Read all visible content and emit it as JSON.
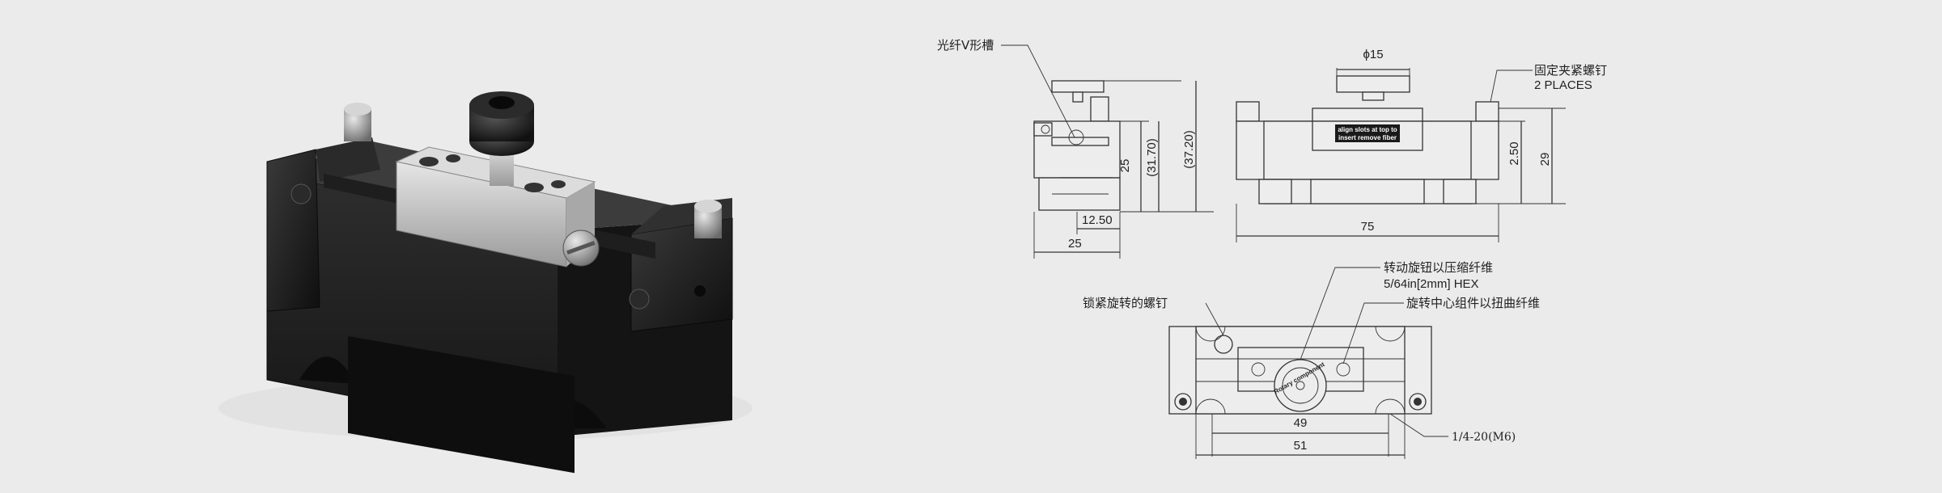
{
  "product_render": {
    "description_icon": "fiber-rotator-3d-render"
  },
  "side_view": {
    "label_vgroove": "光纤V形槽",
    "dim_height_25": "25",
    "dim_31_70": "(31.70)",
    "dim_37_20": "(37.20)",
    "dim_12_50": "12.50",
    "dim_width_25": "25"
  },
  "front_view": {
    "dim_phi15": "ϕ15",
    "label_clamp_screw": "固定夹紧螺钉",
    "label_places": "2 PLACES",
    "dim_2_50": "2.50",
    "dim_29": "29",
    "dim_75": "75",
    "engraving_line1": "align slots at top to",
    "engraving_line2": "insert remove fiber"
  },
  "top_view": {
    "label_rotate_compress": "转动旋钮以压缩纤维",
    "label_hex": "5/64in[2mm] HEX",
    "label_rotate_center": "旋转中心组件以扭曲纤维",
    "label_lock_screw": "锁紧旋转的螺钉",
    "dim_49": "49",
    "dim_51": "51",
    "label_thread": "1/4-20(M6)",
    "engraving_ring": "Rotary component"
  },
  "colors": {
    "background": "#ebebeb",
    "line": "#333333",
    "body_dark": "#1c1c1c",
    "metal": "#c9c9c9"
  }
}
